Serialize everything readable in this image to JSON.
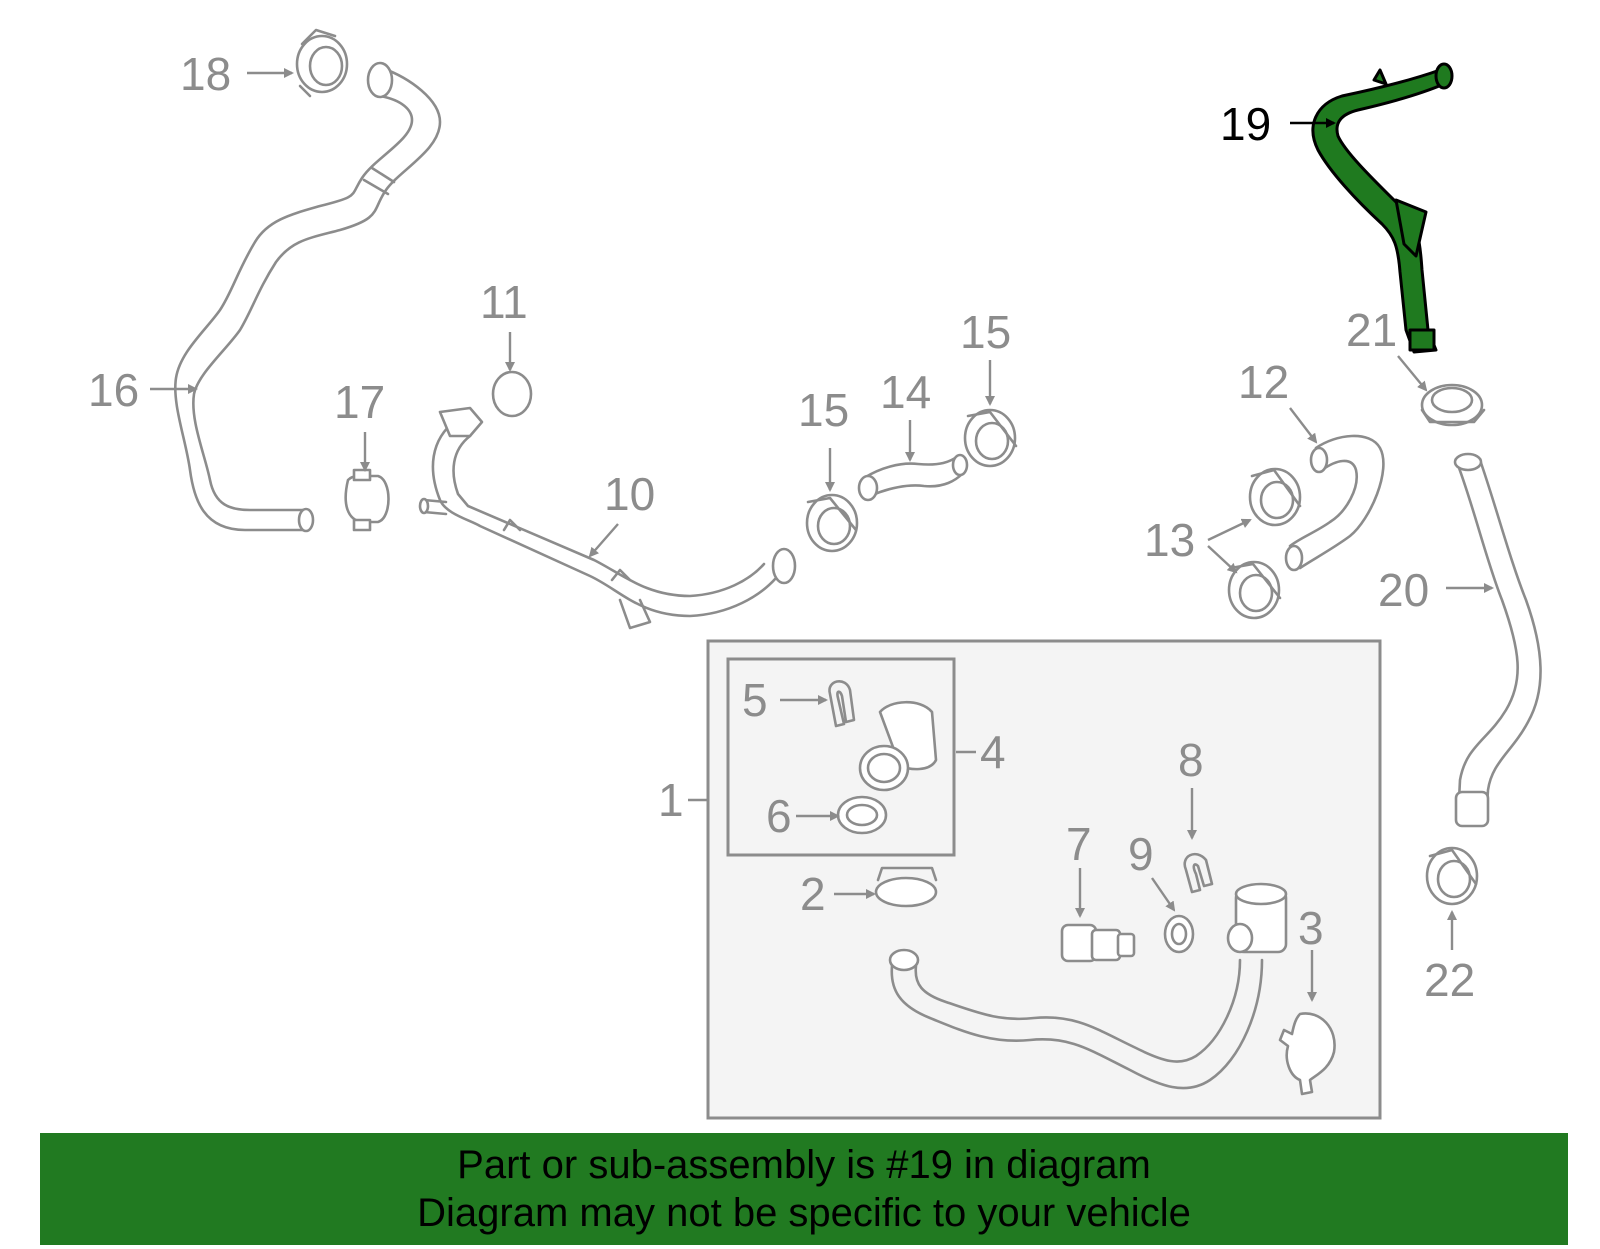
{
  "diagram": {
    "highlighted_part": "19",
    "highlight_color": "#217a21",
    "labels": {
      "p1": "1",
      "p2": "2",
      "p3": "3",
      "p4": "4",
      "p5": "5",
      "p6": "6",
      "p7": "7",
      "p8": "8",
      "p9": "9",
      "p10": "10",
      "p11": "11",
      "p12": "12",
      "p13": "13",
      "p14": "14",
      "p15a": "15",
      "p15b": "15",
      "p16": "16",
      "p17": "17",
      "p18": "18",
      "p19": "19",
      "p20": "20",
      "p21": "21",
      "p22": "22"
    }
  },
  "banner": {
    "line1": "Part or sub-assembly is #19 in diagram",
    "line2": "Diagram may not be specific to your vehicle",
    "background": "#217a21"
  }
}
